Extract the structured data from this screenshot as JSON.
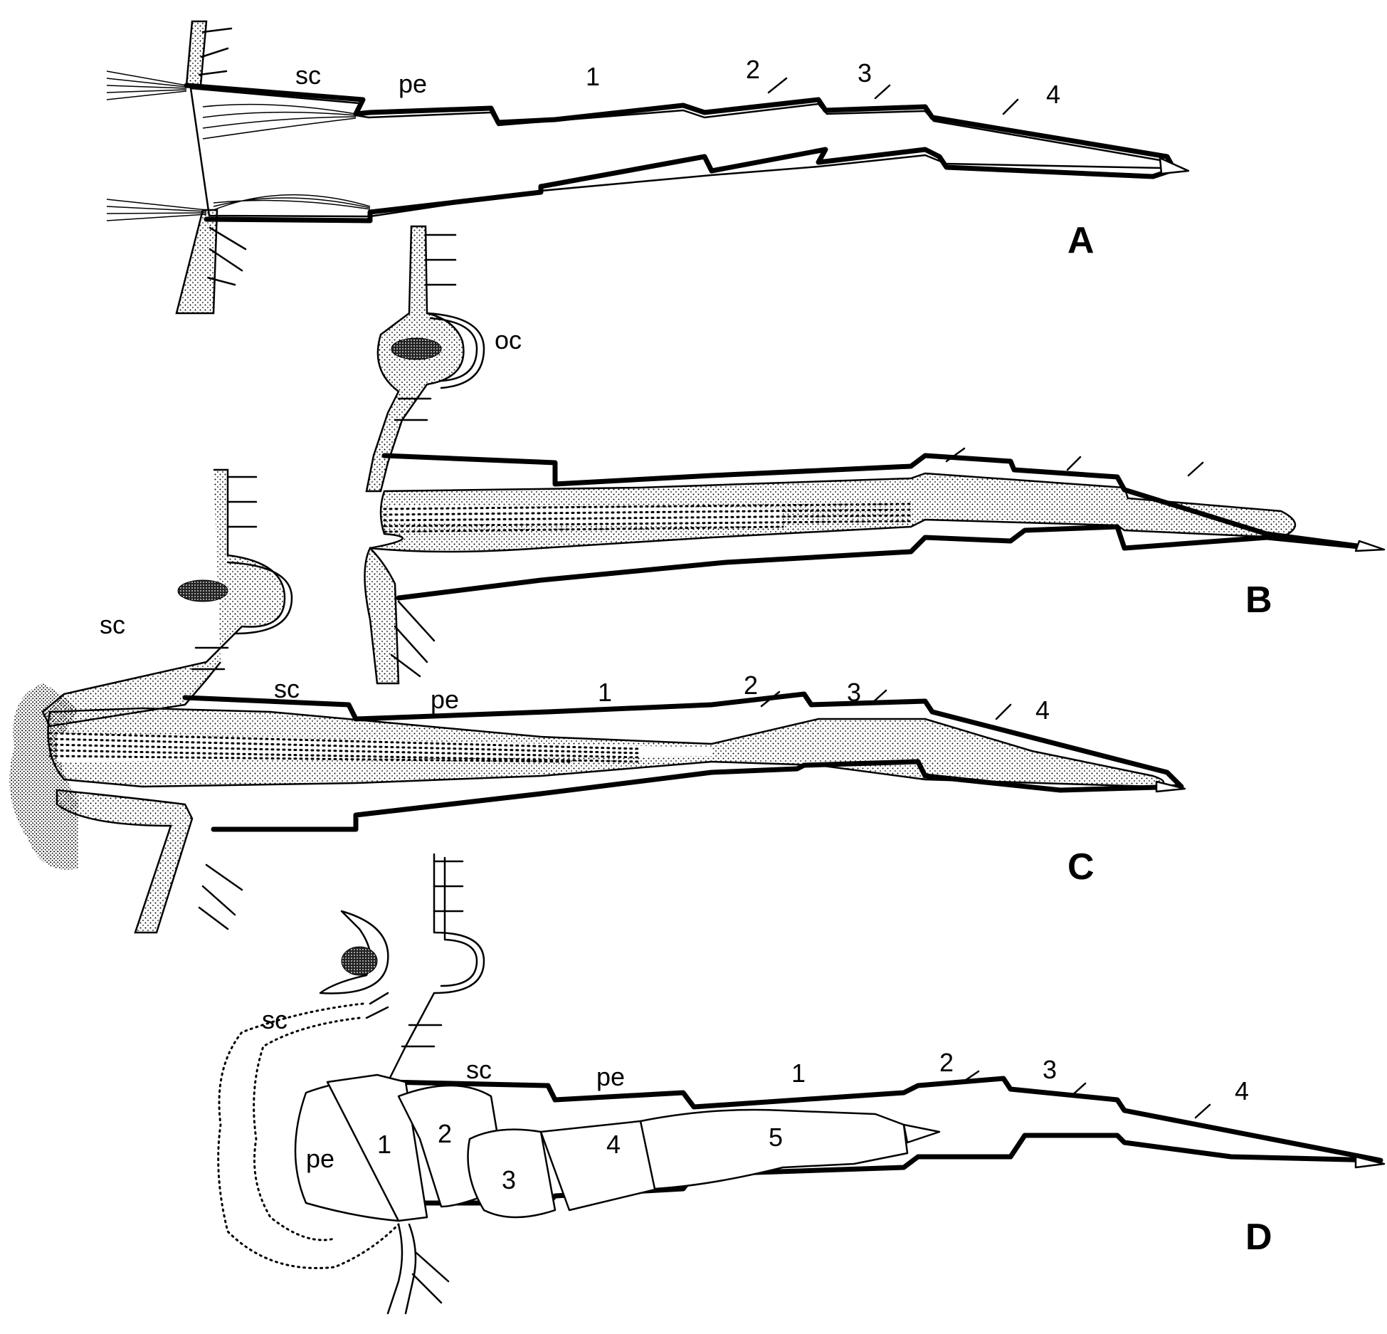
{
  "panels": {
    "a": {
      "letter": "A",
      "labels": {
        "sc": "sc",
        "pe": "pe",
        "s1": "1",
        "s2": "2",
        "s3": "3",
        "s4": "4"
      }
    },
    "b": {
      "letter": "B",
      "labels": {
        "oc": "oc"
      }
    },
    "c": {
      "letter": "C",
      "labels": {
        "sc_upper": "sc",
        "sc": "sc",
        "pe": "pe",
        "s1": "1",
        "s2": "2",
        "s3": "3",
        "s4": "4"
      }
    },
    "d": {
      "letter": "D",
      "labels": {
        "sc_upper": "sc",
        "sc": "sc",
        "pe": "pe",
        "s1": "1",
        "s2": "2",
        "s3": "3",
        "s4": "4",
        "pe_inner": "pe",
        "i1": "1",
        "i2": "2",
        "i3": "3",
        "i4": "4",
        "i5": "5"
      }
    }
  }
}
